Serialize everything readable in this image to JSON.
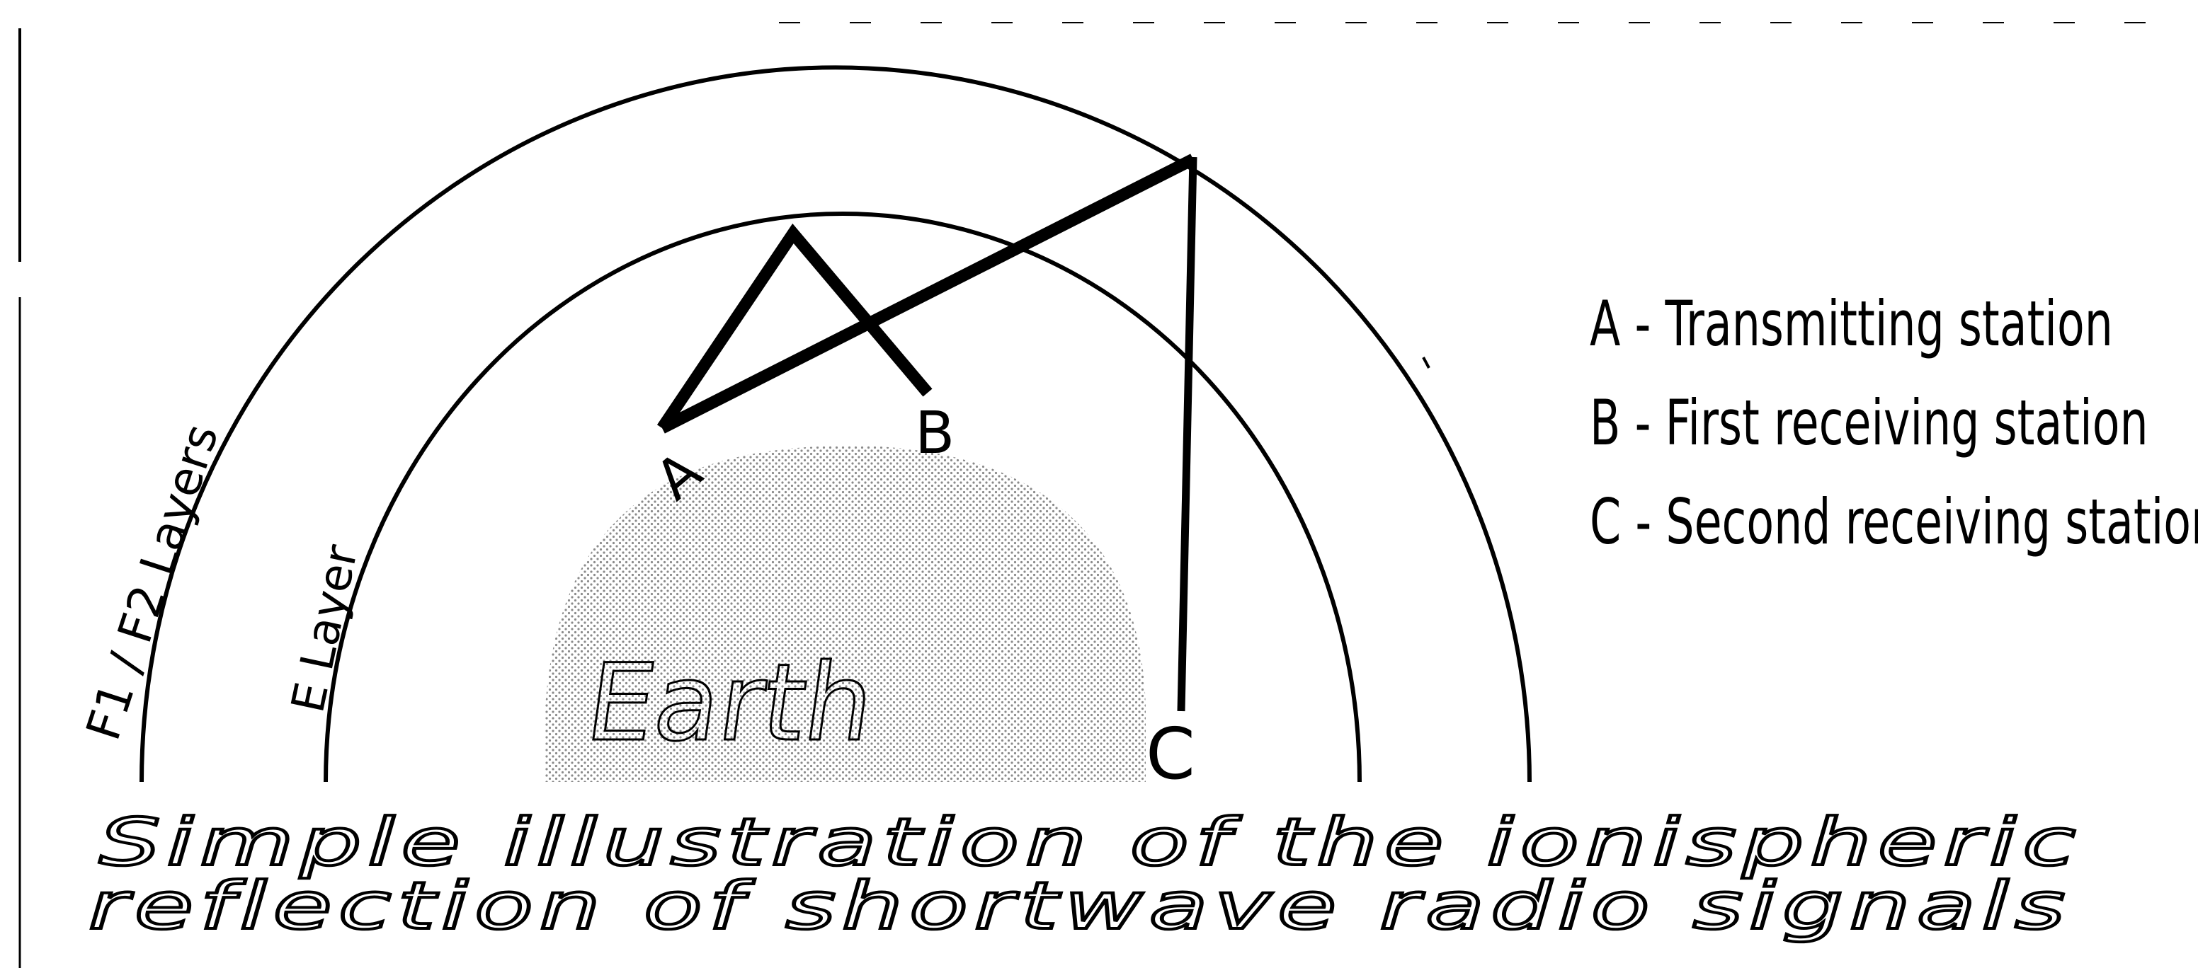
{
  "labels": {
    "earth": "Earth",
    "e_layer": "E Layer",
    "f_layers": "F1 / F2 Layers",
    "station_a": "A",
    "station_b": "B",
    "station_c": "C"
  },
  "legend": [
    "A - Transmitting station",
    "B - First receiving station",
    "C - Second receiving station"
  ],
  "caption": [
    "Simple illustration of the ionispheric",
    "reflection of shortwave radio signals"
  ],
  "colors": {
    "ink": "#000000",
    "earth_dots": "#8a8a8a",
    "background": "#ffffff"
  }
}
